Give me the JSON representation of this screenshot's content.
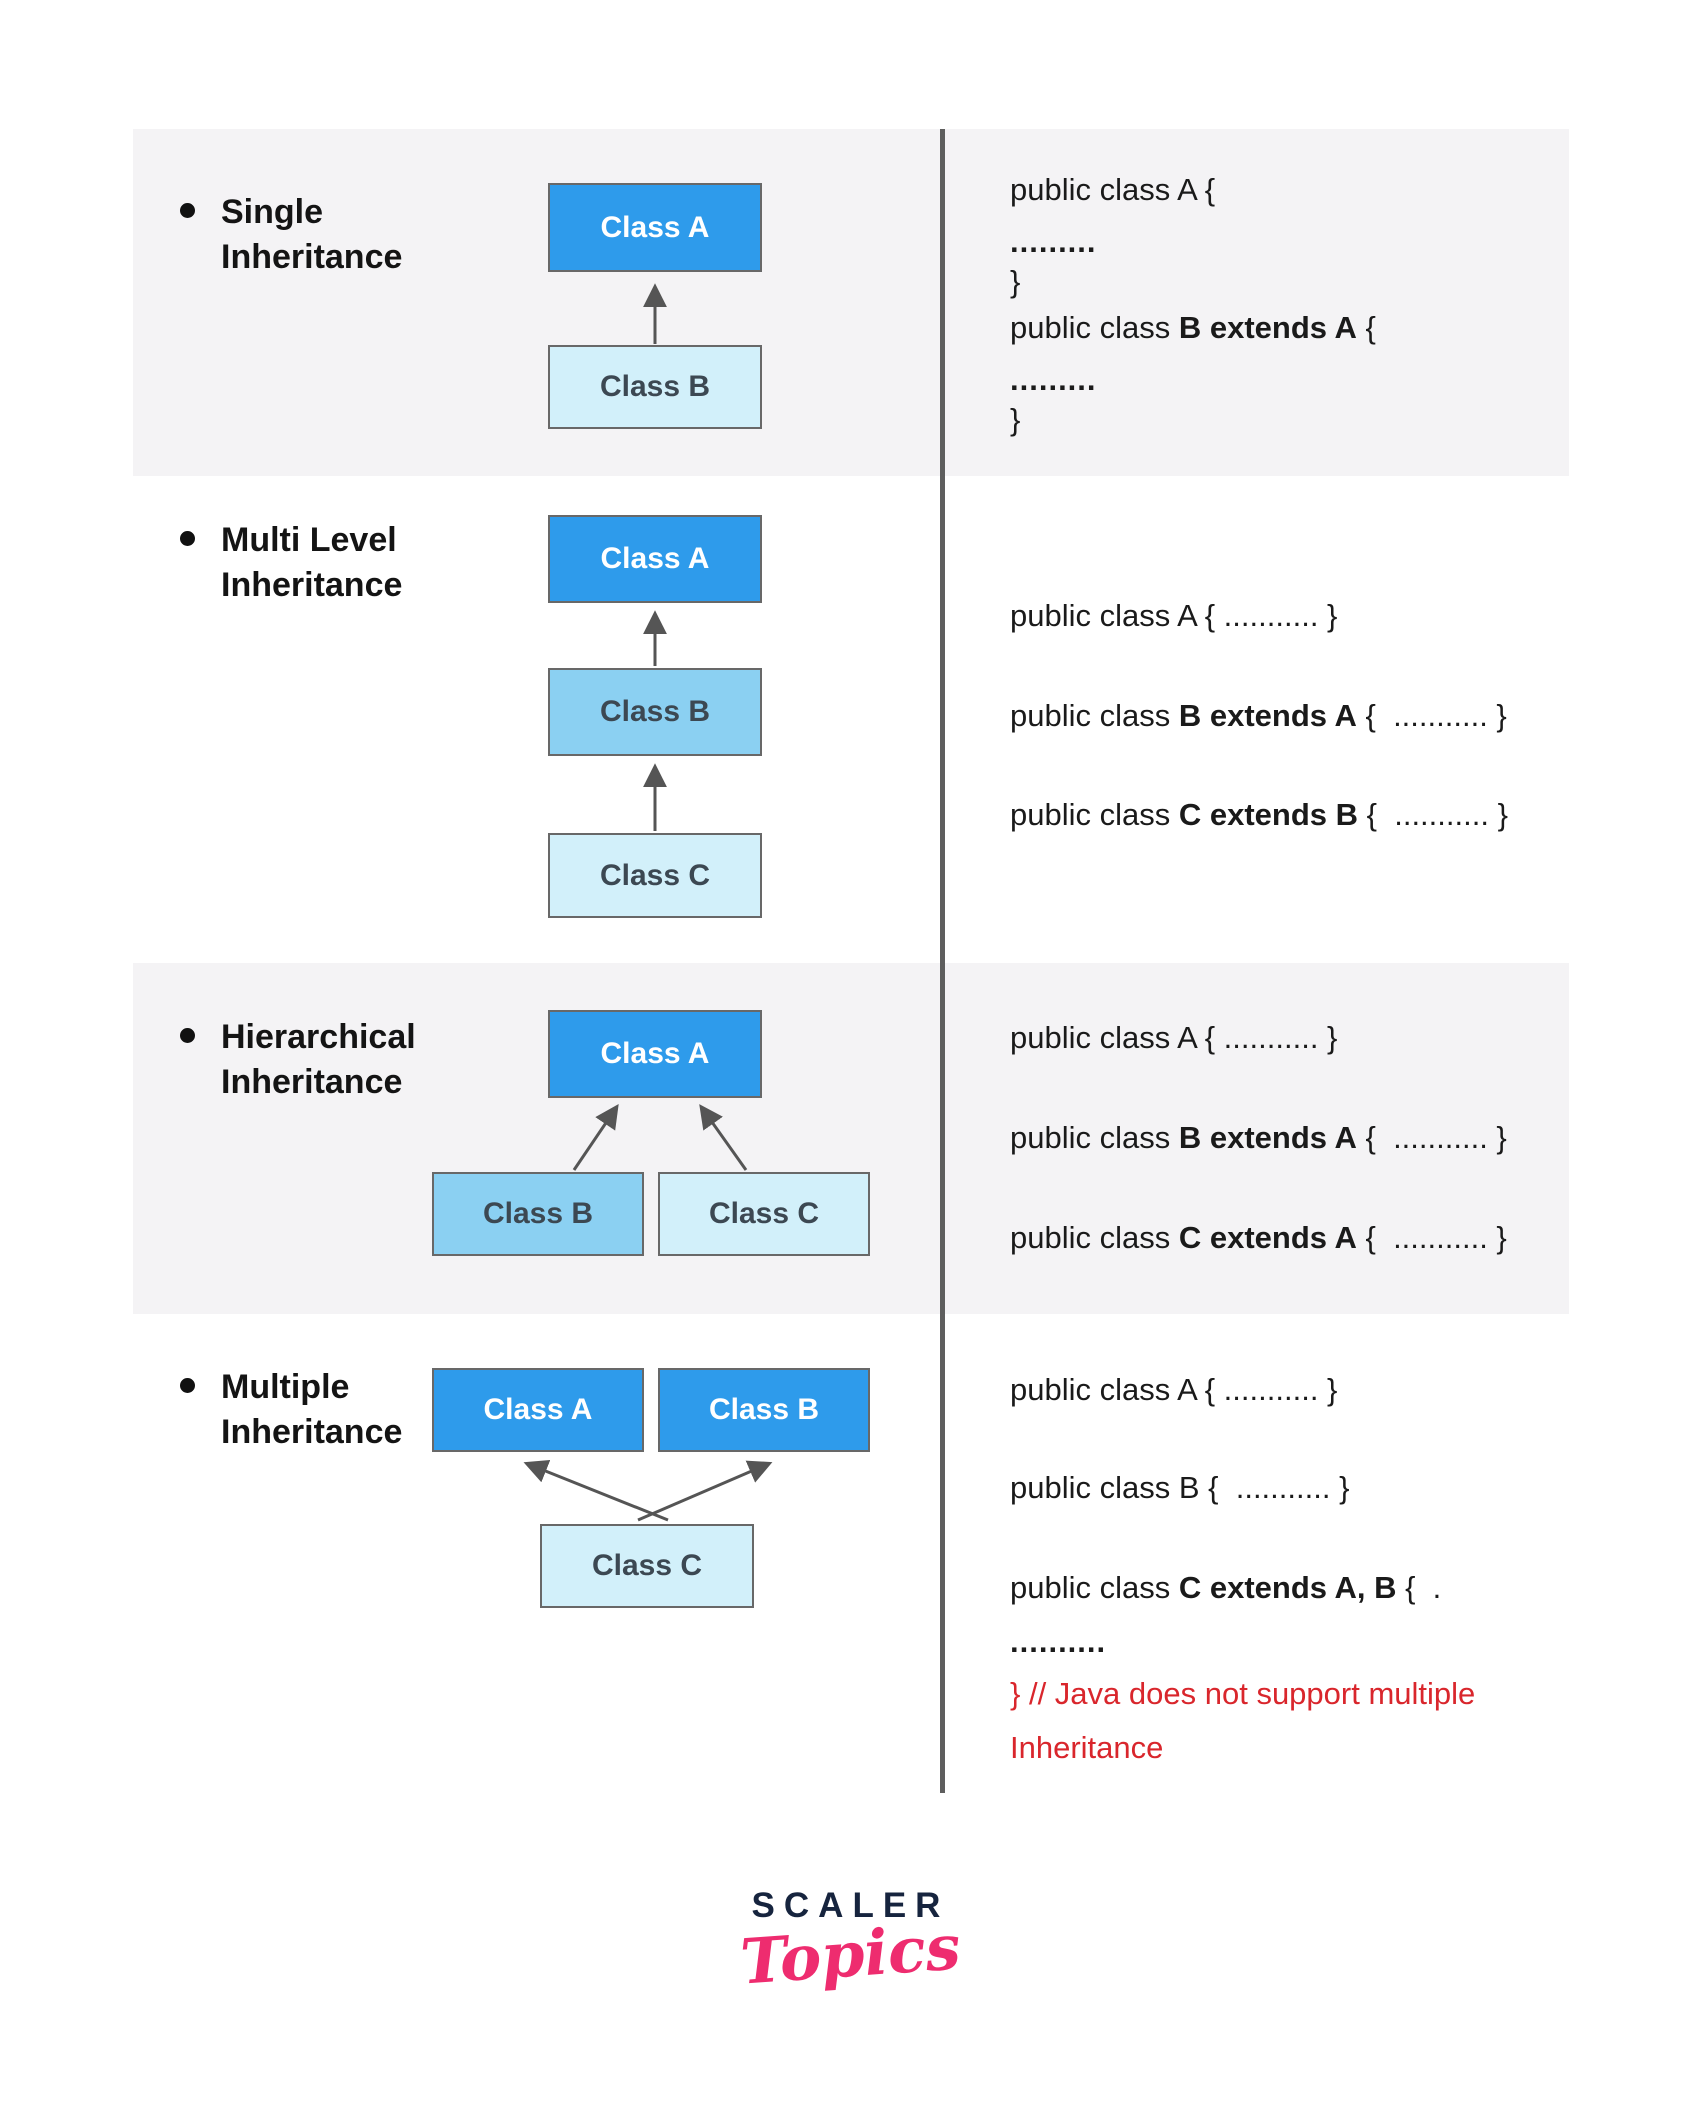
{
  "colors": {
    "box_blue": "#2e9beb",
    "box_mid_blue": "#8bd0f2",
    "box_light_cyan": "#d2f0fa",
    "band_gray": "#f4f3f5",
    "divider_gray": "#5e5e5e",
    "arrow_gray": "#555555",
    "code_red": "#d9262c",
    "logo_navy": "#16243e",
    "logo_pink": "#ee2c6f"
  },
  "sections": [
    {
      "name": "single-inheritance",
      "label": [
        "Single",
        "Inheritance"
      ],
      "boxes": {
        "a": "Class A",
        "b": "Class B"
      },
      "code": {
        "l1": "public class A {",
        "l2": ".........",
        "l3": "}",
        "l4a": "public class ",
        "l4b": "B extends A",
        "l4c": " {",
        "l5": ".........",
        "l6": "}"
      }
    },
    {
      "name": "multi-level-inheritance",
      "label": [
        "Multi Level",
        "Inheritance"
      ],
      "boxes": {
        "a": "Class A",
        "b": "Class B",
        "c": "Class C"
      },
      "code": {
        "l1": "public class A { ........... }",
        "l2a": "public class ",
        "l2b": "B extends A",
        "l2c": " {  ........... }",
        "l3a": "public class ",
        "l3b": "C extends B",
        "l3c": " {  ........... }"
      }
    },
    {
      "name": "hierarchical-inheritance",
      "label": [
        "Hierarchical",
        "Inheritance"
      ],
      "boxes": {
        "a": "Class A",
        "b": "Class B",
        "c": "Class C"
      },
      "code": {
        "l1": "public class A { ........... }",
        "l2a": "public class ",
        "l2b": "B extends A",
        "l2c": " {  ........... }",
        "l3a": "public class ",
        "l3b": "C extends A",
        "l3c": " {  ........... }"
      }
    },
    {
      "name": "multiple-inheritance",
      "label": [
        "Multiple",
        "Inheritance"
      ],
      "boxes": {
        "a": "Class A",
        "b": "Class B",
        "c": "Class C"
      },
      "code": {
        "l1": "public class A { ........... }",
        "l2": "public class B {  ........... }",
        "l3a": "public class ",
        "l3b": "C extends A, B",
        "l3c": " {  .",
        "l4": "..........",
        "l5": "} // Java does not support multiple",
        "l6": "Inheritance"
      }
    }
  ],
  "logo": {
    "scaler": "SCALER",
    "topics": "Topics"
  }
}
